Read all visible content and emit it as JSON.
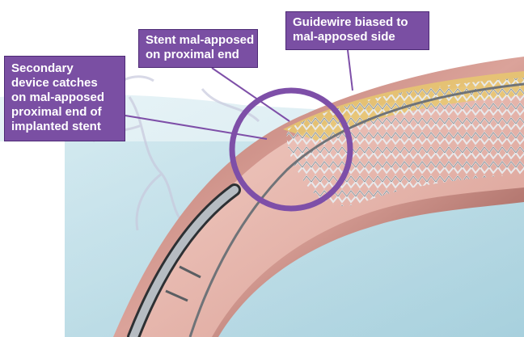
{
  "colors": {
    "callout_fill": "#7a4fa3",
    "callout_border": "#4d2a75",
    "highlight_ring": "#7e4fa8",
    "leader_line": "#7e4fa8",
    "vessel_wall": "#c98d86",
    "vessel_lumen": "#e9b7ae",
    "background": "#b9dce6"
  },
  "callouts": {
    "guidewire": {
      "lines": [
        "Guidewire biased to",
        "mal-apposed side"
      ]
    },
    "stent": {
      "lines": [
        "Stent mal-apposed",
        "on proximal end"
      ]
    },
    "device": {
      "lines": [
        "Secondary",
        "device catches",
        "on mal-apposed",
        "proximal end of",
        "implanted stent"
      ]
    }
  },
  "illustration": {
    "subject": "curved blood vessel cutaway with implanted stent, guidewire and secondary device",
    "highlight": "circle around mal-apposed proximal stent end"
  }
}
